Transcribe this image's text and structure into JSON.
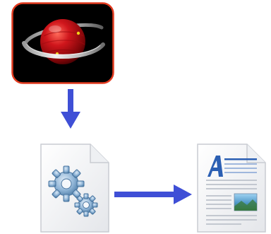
{
  "diagram": {
    "nodes": [
      {
        "id": "app",
        "icon": "red-planet-app-icon"
      },
      {
        "id": "config",
        "icon": "gear-settings-file-icon"
      },
      {
        "id": "document",
        "icon": "text-document-icon"
      }
    ],
    "edges": [
      {
        "from": "app",
        "to": "config",
        "direction": "down"
      },
      {
        "from": "config",
        "to": "document",
        "direction": "right"
      }
    ],
    "colors": {
      "arrow": "#3f4fd6",
      "app_border": "#e23a1f",
      "app_background": "#000000",
      "planet": "#c0141a",
      "gear": "#8fb4d6",
      "document_letter": "#2b5fb3"
    }
  }
}
